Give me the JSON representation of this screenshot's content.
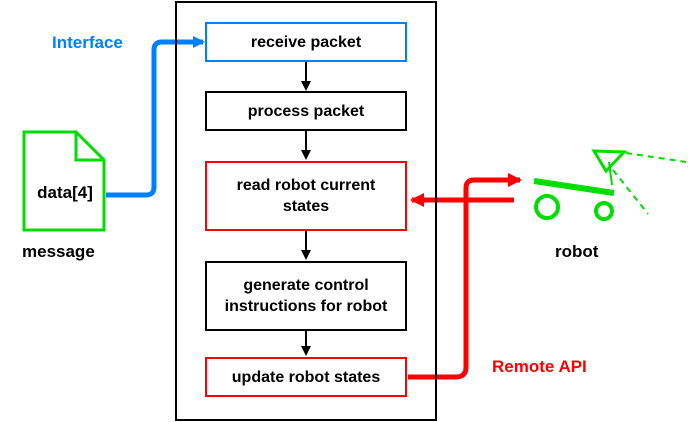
{
  "steps": [
    {
      "id": "receive",
      "text": "receive packet"
    },
    {
      "id": "process",
      "text": "process packet"
    },
    {
      "id": "read",
      "text": "read robot current states"
    },
    {
      "id": "generate",
      "text": "generate control instructions for robot"
    },
    {
      "id": "update",
      "text": "update robot states"
    }
  ],
  "message": {
    "doc_text": "data[4]",
    "caption": "message"
  },
  "robot": {
    "caption": "robot"
  },
  "edges": {
    "interface_label": "Interface",
    "remote_label": "Remote API"
  },
  "colors": {
    "blue": "#007FFF",
    "red": "#FF0000",
    "green": "#00DD00",
    "black": "#000000"
  }
}
